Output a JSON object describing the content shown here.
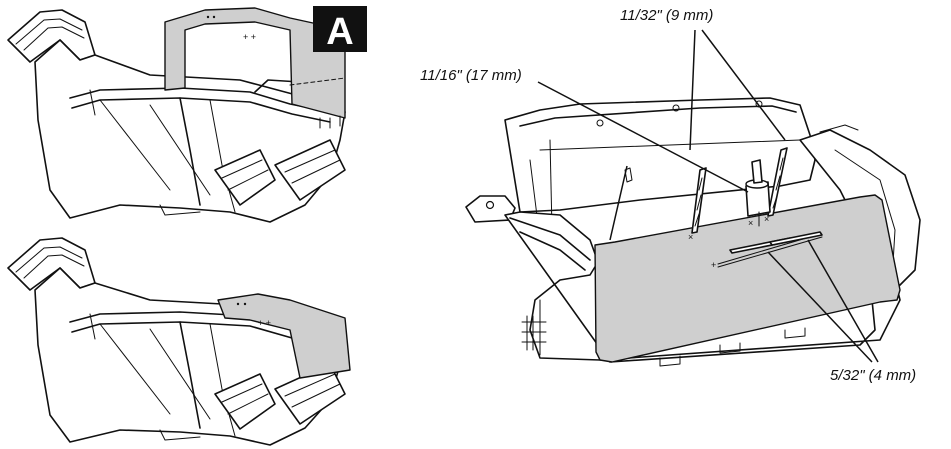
{
  "badge": {
    "letter": "A"
  },
  "callouts": {
    "drill_small": "11/32\" (9 mm)",
    "drill_large": "11/16\" (17 mm)",
    "drill_tiny": "5/32\" (4 mm)"
  },
  "figures": [
    {
      "id": "template-lifted"
    },
    {
      "id": "template-applied"
    },
    {
      "id": "drilling-detail"
    }
  ],
  "colors": {
    "tape": "#cfcfcf",
    "badge": "#111111",
    "lines": "#111111"
  }
}
